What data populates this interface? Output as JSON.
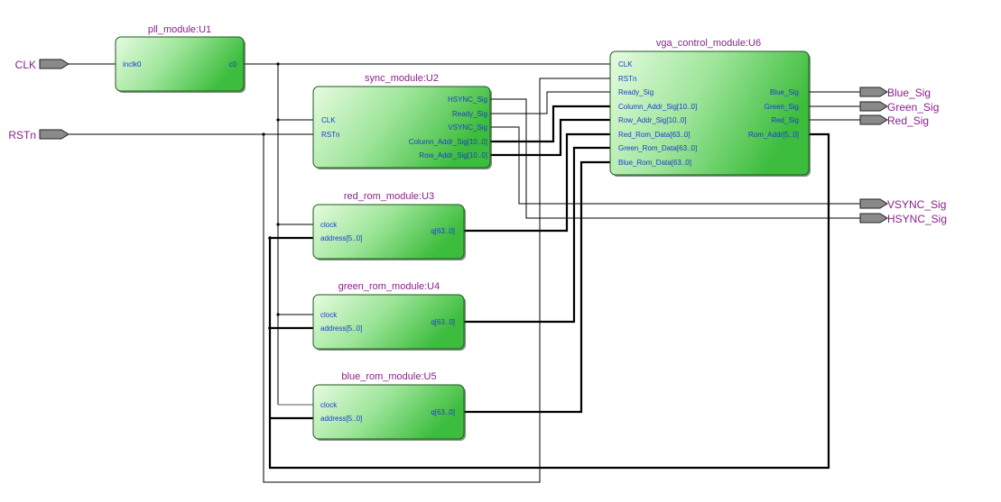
{
  "diagram": {
    "type": "rtl-schematic",
    "colors": {
      "module_fill_start": "#e6fbe0",
      "module_fill_end": "#3dbd3d",
      "module_border": "#1f5a1f",
      "module_title": "#8a1f8a",
      "port_label": "#1a3ec8",
      "io_pin_fill": "#8a8a8a",
      "io_label": "#8a1f8a"
    },
    "inputs": [
      {
        "id": "CLK",
        "label": "CLK"
      },
      {
        "id": "RSTn",
        "label": "RSTn"
      }
    ],
    "outputs": [
      {
        "id": "Blue_Sig",
        "label": "Blue_Sig"
      },
      {
        "id": "Green_Sig",
        "label": "Green_Sig"
      },
      {
        "id": "Red_Sig",
        "label": "Red_Sig"
      },
      {
        "id": "VSYNC_Sig",
        "label": "VSYNC_Sig"
      },
      {
        "id": "HSYNC_Sig",
        "label": "HSYNC_Sig"
      }
    ],
    "modules": {
      "U1": {
        "title": "pll_module:U1",
        "inputs": [
          "inclk0"
        ],
        "outputs": [
          "c0"
        ]
      },
      "U2": {
        "title": "sync_module:U2",
        "inputs": [
          "CLK",
          "RSTn"
        ],
        "outputs": [
          "HSYNC_Sig",
          "Ready_Sig",
          "VSYNC_Sig",
          "Column_Addr_Sig[10..0]",
          "Row_Addr_Sig[10..0]"
        ]
      },
      "U3": {
        "title": "red_rom_module:U3",
        "inputs": [
          "clock",
          "address[5..0]"
        ],
        "outputs": [
          "q[63..0]"
        ]
      },
      "U4": {
        "title": "green_rom_module:U4",
        "inputs": [
          "clock",
          "address[5..0]"
        ],
        "outputs": [
          "q[63..0]"
        ]
      },
      "U5": {
        "title": "blue_rom_module:U5",
        "inputs": [
          "clock",
          "address[5..0]"
        ],
        "outputs": [
          "q[63..0]"
        ]
      },
      "U6": {
        "title": "vga_control_module:U6",
        "inputs": [
          "CLK",
          "RSTn",
          "Ready_Sig",
          "Column_Addr_Sig[10..0]",
          "Row_Addr_Sig[10..0]",
          "Red_Rom_Data[63..0]",
          "Green_Rom_Data[63..0]",
          "Blue_Rom_Data[63..0]"
        ],
        "outputs": [
          "Blue_Sig",
          "Green_Sig",
          "Red_Sig",
          "Rom_Addr[5..0]"
        ]
      }
    },
    "connections": [
      {
        "from": "CLK",
        "to": "U1.inclk0"
      },
      {
        "from": "U1.c0",
        "to": [
          "U2.CLK",
          "U3.clock",
          "U4.clock",
          "U5.clock",
          "U6.CLK"
        ]
      },
      {
        "from": "RSTn",
        "to": [
          "U2.RSTn",
          "U6.RSTn"
        ]
      },
      {
        "from": "U2.HSYNC_Sig",
        "to": "HSYNC_Sig"
      },
      {
        "from": "U2.VSYNC_Sig",
        "to": "VSYNC_Sig"
      },
      {
        "from": "U2.Ready_Sig",
        "to": "U6.Ready_Sig"
      },
      {
        "from": "U2.Column_Addr_Sig[10..0]",
        "to": "U6.Column_Addr_Sig[10..0]"
      },
      {
        "from": "U2.Row_Addr_Sig[10..0]",
        "to": "U6.Row_Addr_Sig[10..0]"
      },
      {
        "from": "U3.q[63..0]",
        "to": "U6.Red_Rom_Data[63..0]"
      },
      {
        "from": "U4.q[63..0]",
        "to": "U6.Green_Rom_Data[63..0]"
      },
      {
        "from": "U5.q[63..0]",
        "to": "U6.Blue_Rom_Data[63..0]"
      },
      {
        "from": "U6.Blue_Sig",
        "to": "Blue_Sig"
      },
      {
        "from": "U6.Green_Sig",
        "to": "Green_Sig"
      },
      {
        "from": "U6.Red_Sig",
        "to": "Red_Sig"
      },
      {
        "from": "U6.Rom_Addr[5..0]",
        "to": [
          "U3.address[5..0]",
          "U4.address[5..0]",
          "U5.address[5..0]"
        ]
      }
    ]
  }
}
